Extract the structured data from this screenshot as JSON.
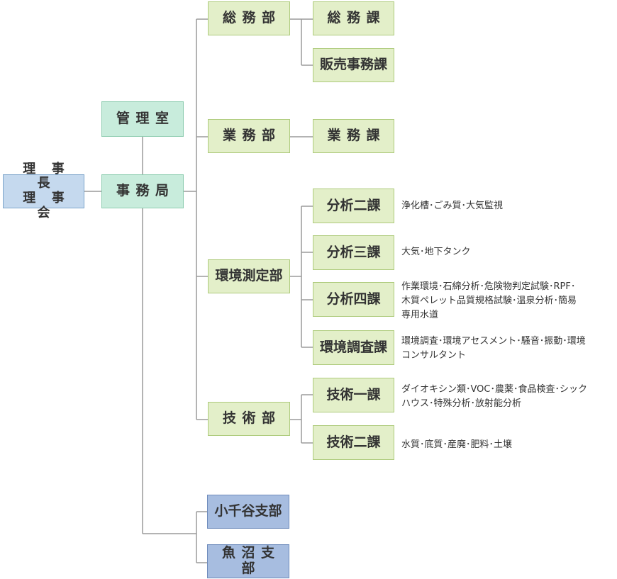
{
  "root": {
    "line1": "理 事 長",
    "line2": "理 事 会"
  },
  "management": "管理室",
  "secretariat": "事務局",
  "departments": {
    "general_affairs": "総務部",
    "business": "業務部",
    "environmental_measurement": "環境測定部",
    "technical": "技術部"
  },
  "branches": {
    "ojiya": "小千谷支部",
    "uonuma": "魚沼支部"
  },
  "sections": {
    "general_affairs": "総務課",
    "sales_admin": "販売事務課",
    "business": "業務課",
    "analysis_2": "分析二課",
    "analysis_3": "分析三課",
    "analysis_4": "分析四課",
    "env_survey": "環境調査課",
    "tech_1": "技術一課",
    "tech_2": "技術二課"
  },
  "notes": {
    "analysis_2": "浄化槽･ごみ質･大気監視",
    "analysis_3": "大気･地下タンク",
    "analysis_4": [
      "作業環境･石綿分析･危険物判定試験･RPF･",
      "木質ペレット品質規格試験･温泉分析･簡易",
      "専用水道"
    ],
    "env_survey": [
      "環境調査･環境アセスメント･騒音･振動･環境",
      "コンサルタント"
    ],
    "tech_1": [
      "ダイオキシン類･VOC･農薬･食品検査･シック",
      "ハウス･特殊分析･放射能分析"
    ],
    "tech_2": "水質･底質･産廃･肥料･土壌"
  },
  "colors": {
    "root": "#c5d9ee",
    "admin": "#c8ecdc",
    "department": "#e3efc9",
    "branch": "#a7bde0",
    "connector": "#9a9a9a"
  }
}
